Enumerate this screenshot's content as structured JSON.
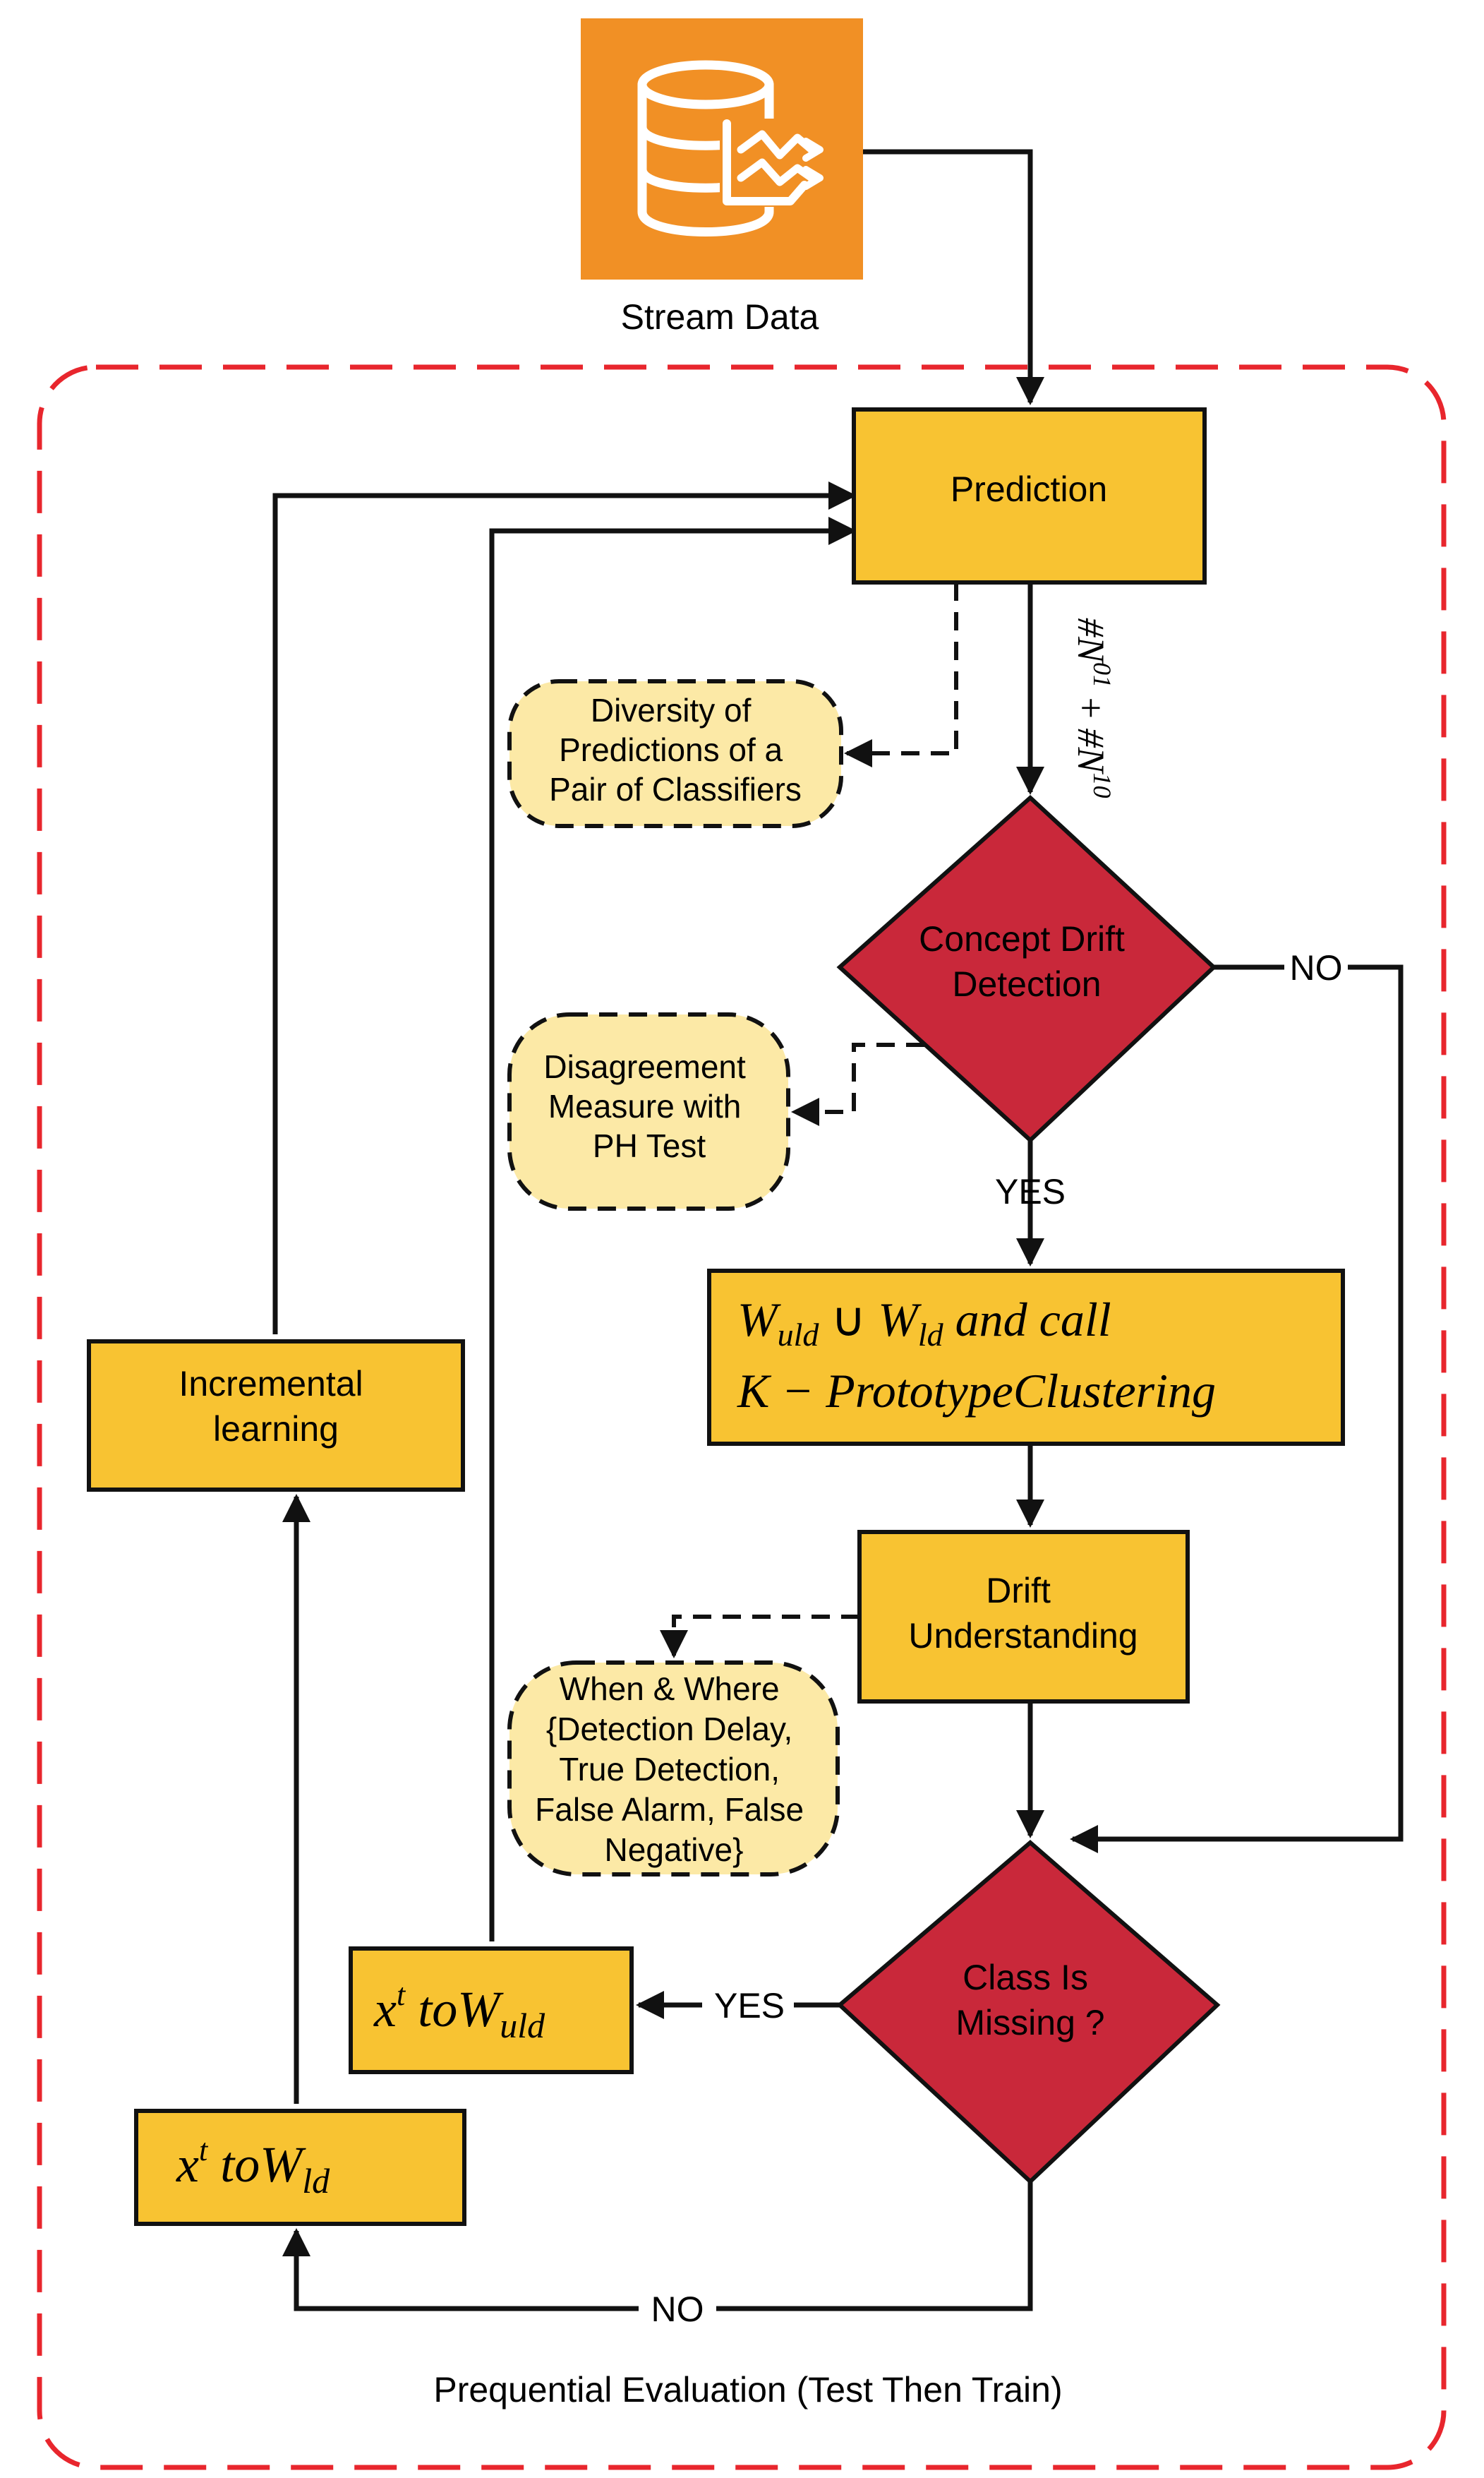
{
  "source": {
    "label": "Stream Data",
    "icon": "database-stream-icon"
  },
  "frame": {
    "caption": "Prequential Evaluation (Test Then Train)"
  },
  "nodes": {
    "prediction": "Prediction",
    "concept_drift": [
      "Concept Drift",
      "Detection"
    ],
    "clustering": {
      "line1": {
        "a": "W",
        "a_sub": "uld",
        "op": " ∪ ",
        "b": "W",
        "b_sub": "ld",
        "rest": " and call"
      },
      "line2": "K − PrototypeClustering"
    },
    "drift_understanding": [
      "Drift",
      "Understanding"
    ],
    "class_missing": [
      "Class Is",
      "Missing ?"
    ],
    "to_wuld": {
      "x": "x",
      "sup": "t",
      "mid": " toW",
      "sub": "uld"
    },
    "to_wld": {
      "x": "x",
      "sup": "t",
      "mid": " toW",
      "sub": "ld"
    },
    "incremental": [
      "Incremental",
      "learning"
    ]
  },
  "notes": {
    "diversity": [
      "Diversity of",
      "Predictions of a",
      "Pair of Classifiers"
    ],
    "disagreement": [
      "Disagreement",
      "Measure with",
      "PH Test"
    ],
    "when_where": [
      "When & Where",
      "{Detection Delay,",
      "True Detection,",
      "False Alarm, False",
      "Negative}"
    ]
  },
  "edge_labels": {
    "counts": {
      "a": "#N",
      "a_sup": "01",
      "plus": " + ",
      "b": "#N",
      "b_sup": "10"
    },
    "drift_no": "NO",
    "drift_yes": "YES",
    "missing_yes": "YES",
    "missing_no": "NO"
  },
  "colors": {
    "process": "#F8C332",
    "decision": "#C9283A",
    "note": "#FCE9A6",
    "source": "#F19025",
    "frame": "#E8262D",
    "stroke": "#111111"
  }
}
